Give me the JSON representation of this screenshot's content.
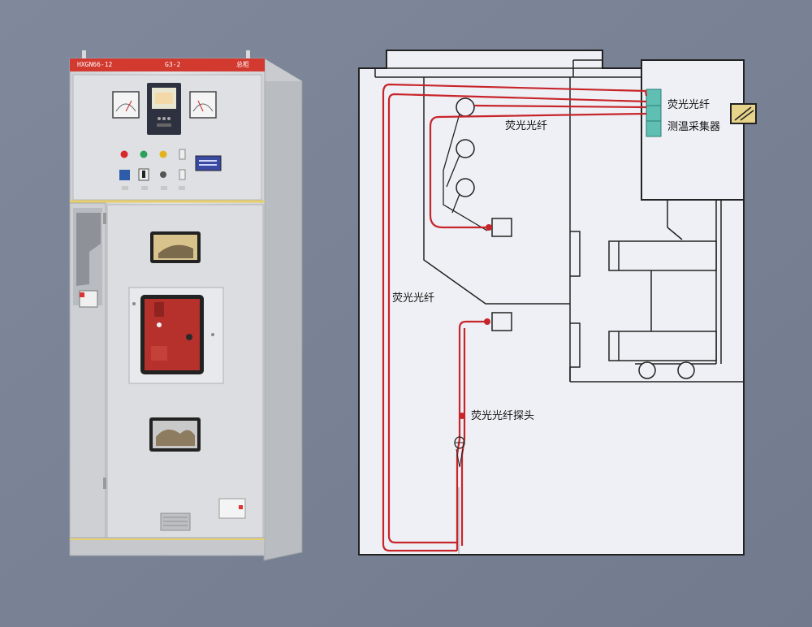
{
  "cabinet": {
    "top_label_left": "HXGN66-12",
    "top_label_mid": "G3-2",
    "top_label_right": "总柜",
    "colors": {
      "body": "#d9dade",
      "top_bar": "#d2392f",
      "breaker": "#b6302c",
      "side": "#b8bbc0"
    }
  },
  "diagram": {
    "labels": {
      "fiber_right": "荧光光纤",
      "collector": "测温采集器",
      "fiber_top": "荧光光纤",
      "fiber_left": "荧光光纤",
      "probe": "荧光光纤探头"
    },
    "colors": {
      "fiber": "#c8252b",
      "collector_block": "#5fbfb3",
      "sensor_icon": "#e8d38a",
      "line": "#222222"
    }
  }
}
